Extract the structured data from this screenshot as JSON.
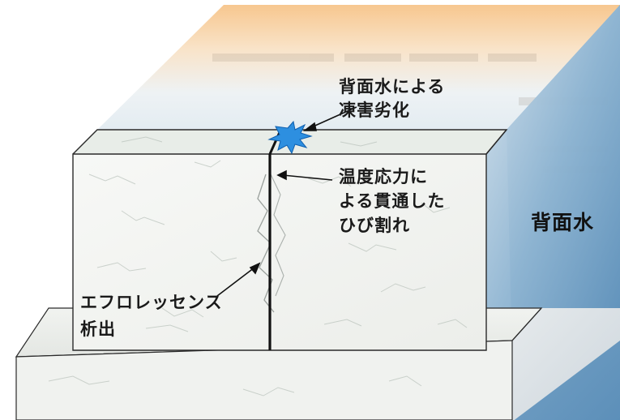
{
  "labels": {
    "frost_damage": [
      "背面水による",
      "凍害劣化"
    ],
    "thermal_crack": [
      "温度応力に",
      "よる貫通した",
      "ひび割れ"
    ],
    "back_water": "背面水",
    "efflorescence": [
      "エフロレッセンス",
      "析出"
    ]
  },
  "colors": {
    "concrete": "#f2f5f2",
    "back_water_blue": "#6f9fc4",
    "top_warm": "#f5c48d",
    "frost_burst": "#2d8fe0",
    "crack": "#111111"
  }
}
